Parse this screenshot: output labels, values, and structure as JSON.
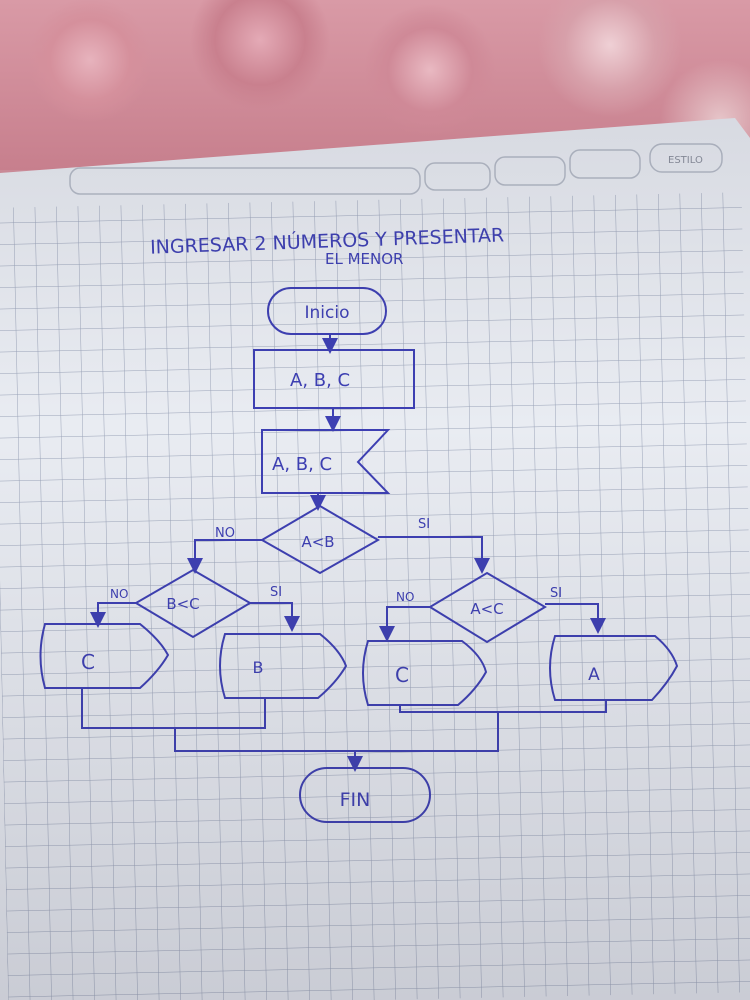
{
  "header": {
    "brand": "ESTILO"
  },
  "title": {
    "line1": "INGRESAR 2 NÚMEROS Y PRESENTAR",
    "line2": "EL MENOR"
  },
  "flowchart": {
    "start": "Inicio",
    "input": "A, B, C",
    "read": "A, B, C",
    "decision_main": "A<B",
    "decision_left": "B<C",
    "decision_right": "A<C",
    "output_left_no": "C",
    "output_left_si": "B",
    "output_right_no": "C",
    "output_right_si": "A",
    "end": "FIN",
    "labels": {
      "main_no": "NO",
      "main_si": "SI",
      "left_no": "NO",
      "left_si": "SI",
      "right_no": "NO",
      "right_si": "SI"
    }
  },
  "colors": {
    "ink": "#3d3fb3",
    "grid": "#9aa3b8",
    "paper": "#e9ecf2"
  }
}
